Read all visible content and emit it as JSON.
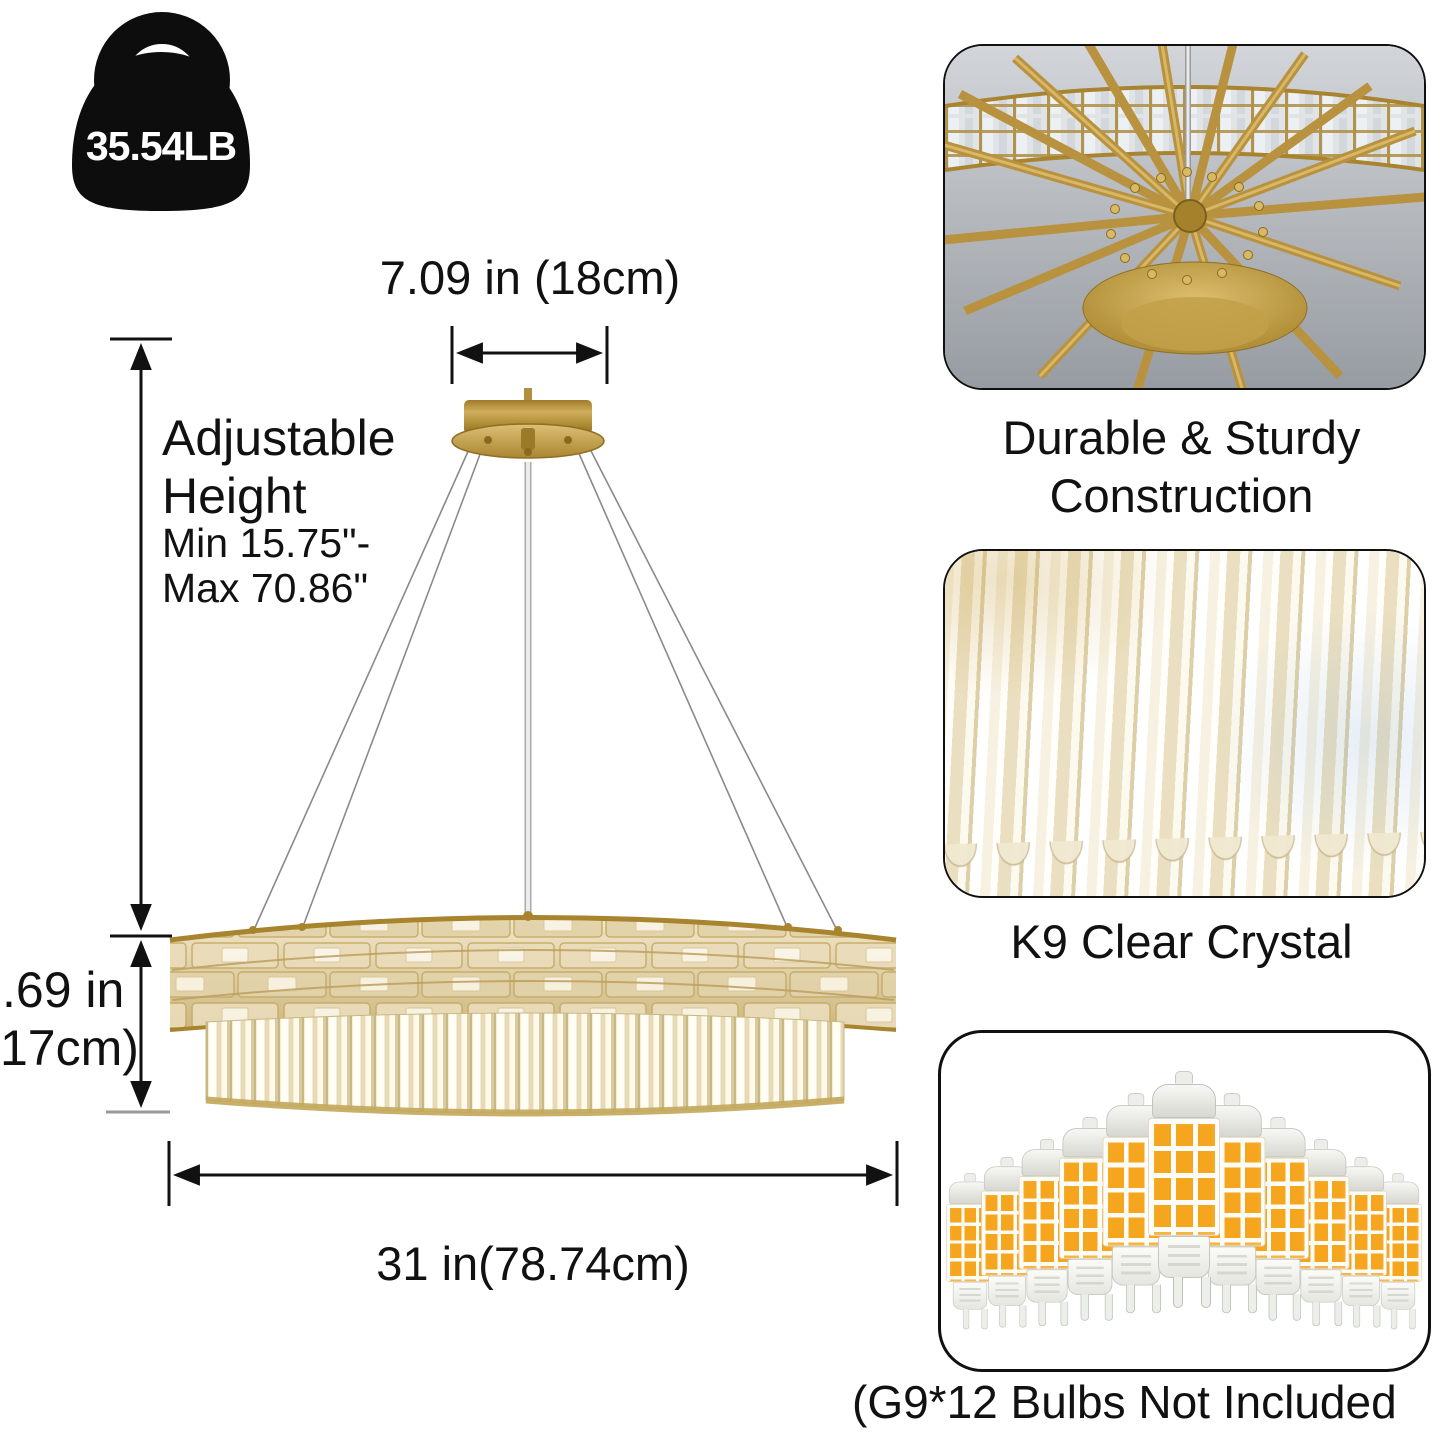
{
  "weight_badge": {
    "value": "35.54LB"
  },
  "dimensions": {
    "canopy_width": "7.09 in (18cm)",
    "adjustable_line1": "Adjustable",
    "adjustable_line2": "Height",
    "min": "Min 15.75\"-",
    "max": "Max 70.86\"",
    "fixture_height_line1": ".69 in",
    "fixture_height_line2": "17cm)",
    "diameter": "31 in(78.74cm)"
  },
  "features": [
    {
      "id": "durable-construction",
      "caption_line1": "Durable & Sturdy",
      "caption_line2": "Construction",
      "image": "gold-frame-spokes-photo"
    },
    {
      "id": "k9-crystal",
      "caption": "K9 Clear Crystal",
      "image": "crystal-prisms-closeup-photo"
    },
    {
      "id": "bulbs",
      "caption": "(G9*12 Bulbs Not Included",
      "image": "g9-led-bulb-fan",
      "bulb_count_visible": 11
    }
  ],
  "colors": {
    "gold": "#b8923f",
    "gold_dark": "#8a6a20",
    "champagne_crystal": "#e9ddc1",
    "led_chip_orange": "#f5a61e",
    "line_black": "#111111",
    "photo_gray": "#a9adb2"
  }
}
